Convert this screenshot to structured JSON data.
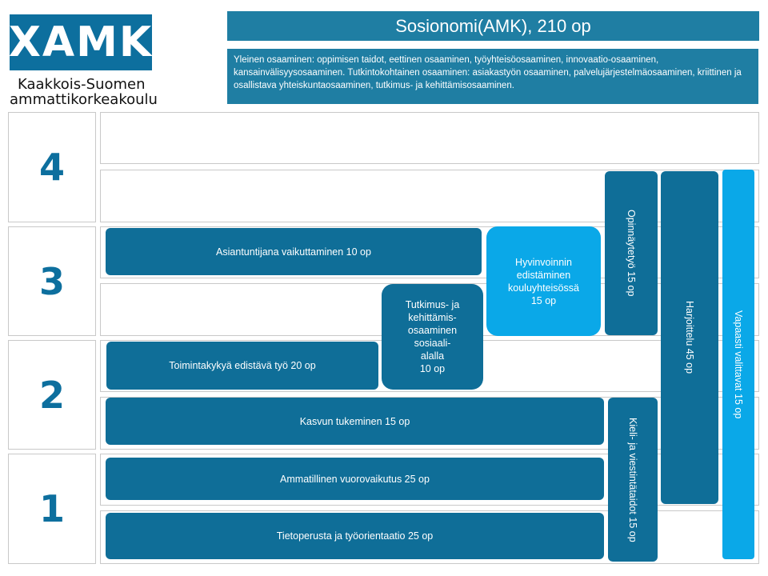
{
  "logo": {
    "mark": "XAMK",
    "line1": "Kaakkois-Suomen",
    "line2": "ammattikorkeakoulu"
  },
  "header": {
    "title": "Sosionomi(AMK), 210 op",
    "description": "Yleinen osaaminen: oppimisen taidot, eettinen osaaminen, työyhteisöosaaminen, innovaatio-osaaminen, kansainvälisyysosaaminen. Tutkintokohtainen osaaminen: asiakastyön osaaminen, palvelujärjestelmäosaaminen,  kriittinen ja osallistava yhteiskuntaosaaminen, tutkimus- ja kehittämisosaaminen."
  },
  "years": [
    "4",
    "3",
    "2",
    "1"
  ],
  "courses": {
    "asiantuntijana": "Asiantuntijana vaikuttaminen 10 op",
    "hyvinvoinnin": "Hyvinvoinnin\nedistäminen\nkouluyhteisössä\n15 op",
    "tutkimus": "Tutkimus- ja\nkehittämis-\nosaaminen\nsosiaali-\nalalla\n10 op",
    "toimintakyky": "Toimintakykyä edistävä työ 20 op",
    "kasvun": "Kasvun tukeminen 15 op",
    "vuorovaikutus": "Ammatillinen vuorovaikutus 25 op",
    "tietoperusta": "Tietoperusta ja työorientaatio 25 op",
    "opinnaytetyo": "Opinnäytetyö 15 op",
    "harjoittelu": "Harjoittelu 45 op",
    "vapaasti": "Vapaasti valittavat  15 op",
    "kieli": "Kieli- ja viestintätaidot 15 op"
  },
  "colors": {
    "brand_dark": "#0f6e98",
    "brand_header": "#1f7ea3",
    "brand_light": "#0aa8e8",
    "border": "#c9c9c9"
  }
}
